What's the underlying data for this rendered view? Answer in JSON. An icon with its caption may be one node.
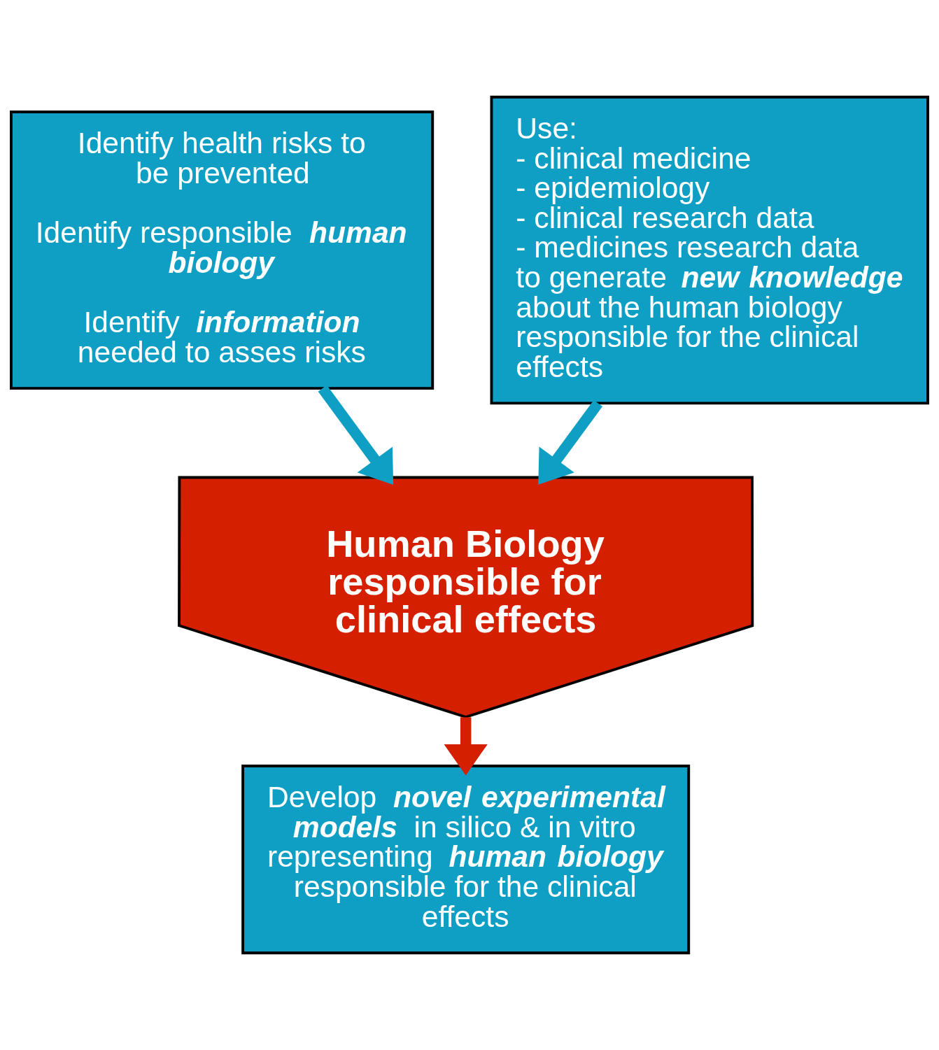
{
  "diagram": {
    "nodes": [
      {
        "text": [
          "Identify health risks to be prevented",
          "Identify responsible **human biology**",
          "Identify **information** needed to asses risks"
        ]
      },
      {
        "text": [
          "Use:",
          "- clinical medicine",
          "- epidemiology",
          "- clinical research data",
          "- medicines research data",
          "to generate **new knowledge** about the human biology responsible for the clinical effects"
        ]
      },
      {
        "text": [
          "Human Biology responsible for clinical effects"
        ]
      },
      {
        "text": [
          "Develop **novel experimental models** in silico & in vitro representing **human biology** responsible for the clinical effects"
        ]
      }
    ],
    "edges": [
      {
        "from": 0,
        "to": 2,
        "arrow": "to"
      },
      {
        "from": 1,
        "to": 2,
        "arrow": "to"
      },
      {
        "from": 2,
        "to": 3,
        "arrow": "to",
        "color": "#d42000"
      }
    ]
  }
}
